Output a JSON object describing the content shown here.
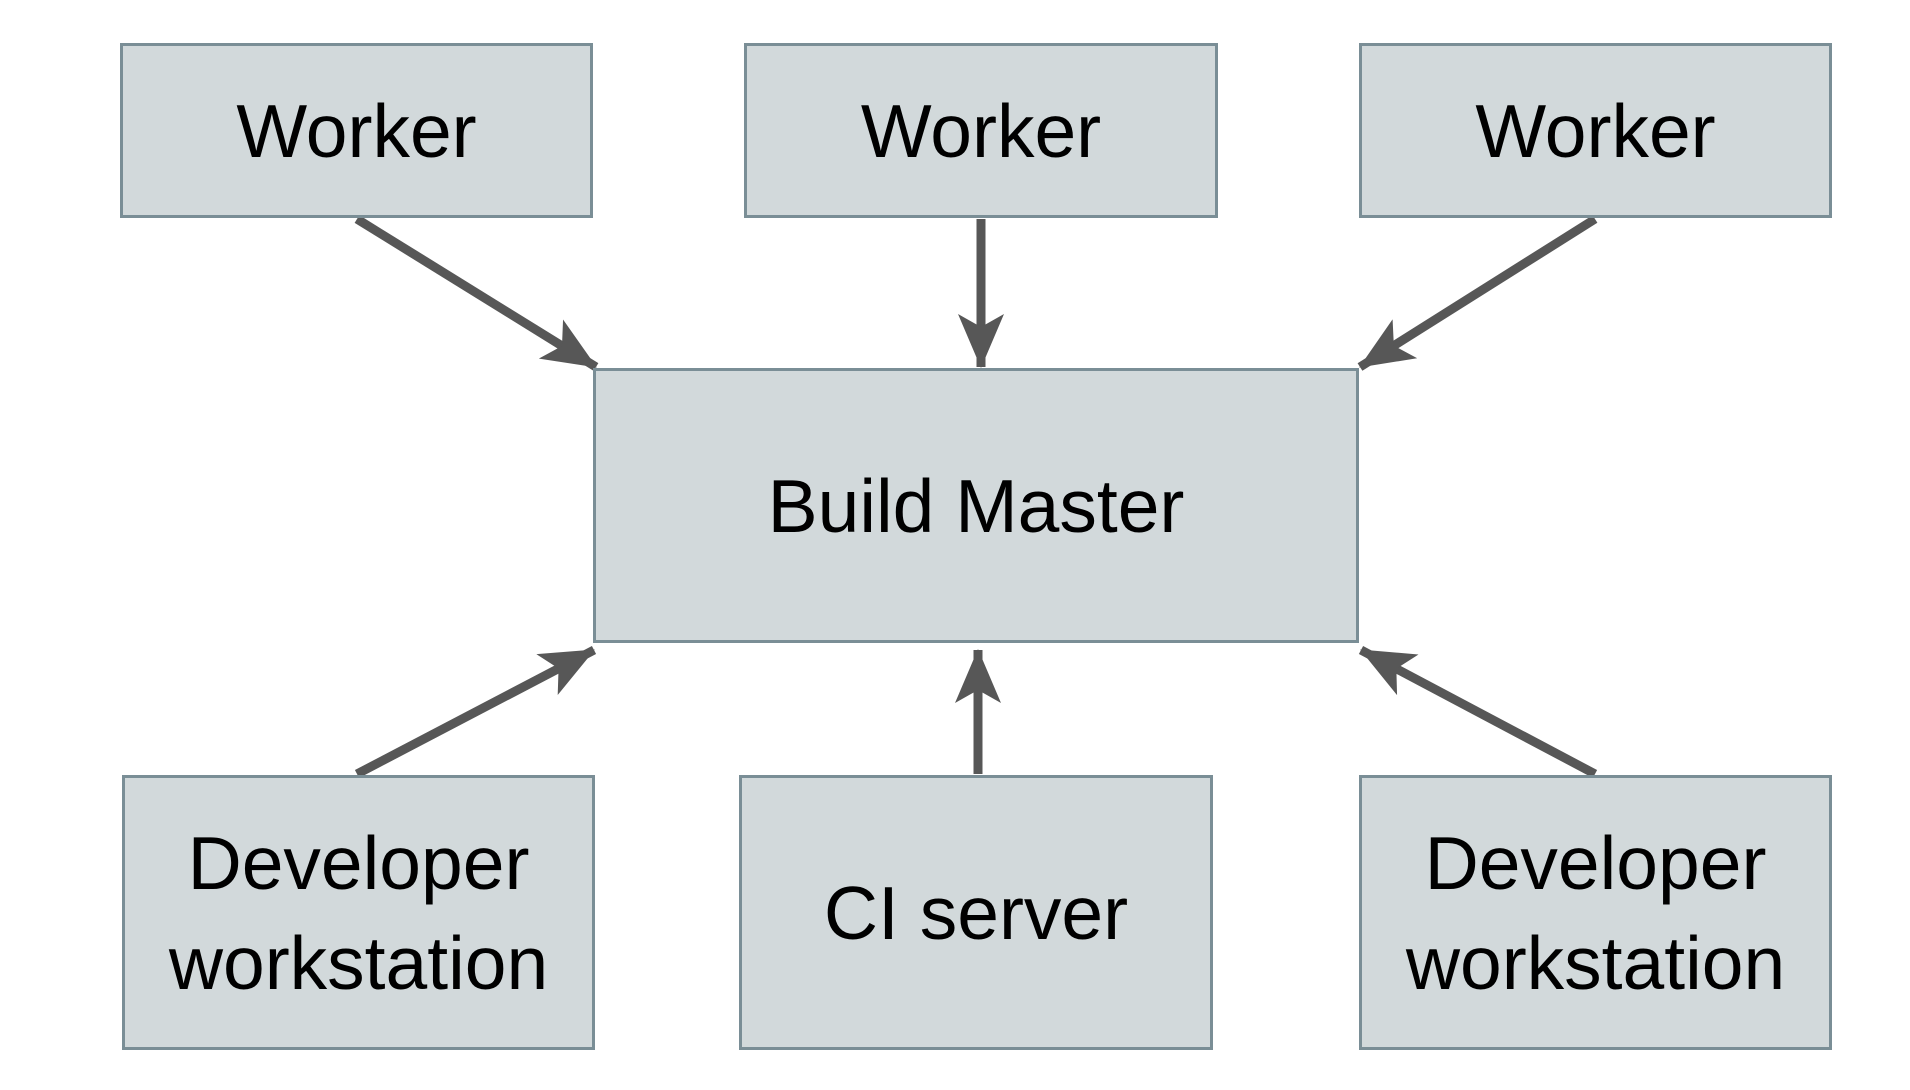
{
  "diagram": {
    "type": "architecture-diagram",
    "nodes": [
      {
        "id": "worker-1",
        "label": "Worker",
        "row": "top"
      },
      {
        "id": "worker-2",
        "label": "Worker",
        "row": "top"
      },
      {
        "id": "worker-3",
        "label": "Worker",
        "row": "top"
      },
      {
        "id": "build-master",
        "label": "Build Master",
        "row": "center"
      },
      {
        "id": "developer-workstation-left",
        "label": "Developer workstation",
        "row": "bottom"
      },
      {
        "id": "ci-server",
        "label": "CI server",
        "row": "bottom"
      },
      {
        "id": "developer-workstation-right",
        "label": "Developer workstation",
        "row": "bottom"
      }
    ],
    "edges": [
      {
        "from": "worker-1",
        "to": "build-master",
        "direction": "into-build-master"
      },
      {
        "from": "worker-2",
        "to": "build-master",
        "direction": "into-build-master"
      },
      {
        "from": "worker-3",
        "to": "build-master",
        "direction": "into-build-master"
      },
      {
        "from": "developer-workstation-left",
        "to": "build-master",
        "direction": "into-build-master"
      },
      {
        "from": "ci-server",
        "to": "build-master",
        "direction": "into-build-master"
      },
      {
        "from": "developer-workstation-right",
        "to": "build-master",
        "direction": "into-build-master"
      }
    ],
    "colors": {
      "background": "#ffffff",
      "node_fill": "#d2d9db",
      "node_border": "#7a8e96",
      "arrow": "#575757",
      "text": "#000000"
    }
  }
}
